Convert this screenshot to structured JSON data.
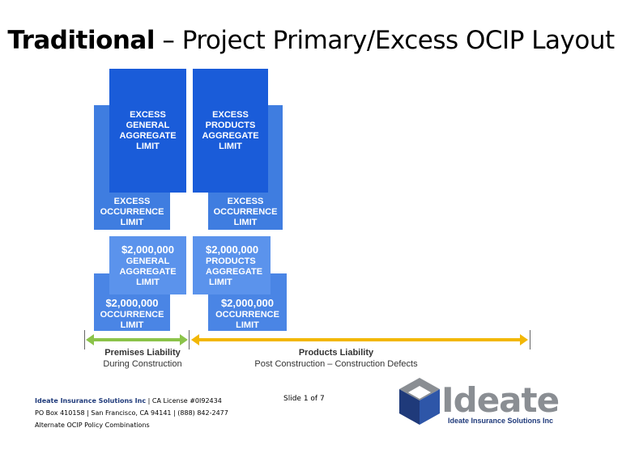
{
  "title": {
    "bold": "Traditional",
    "rest": " – Project Primary/Excess OCIP Layout"
  },
  "blocks": {
    "excess_general_aggregate": [
      "EXCESS",
      "GENERAL",
      "AGGREGATE",
      "LIMIT"
    ],
    "excess_products_aggregate": [
      "EXCESS",
      "PRODUCTS",
      "AGGREGATE",
      "LIMIT"
    ],
    "excess_occurrence_left": [
      "EXCESS",
      "OCCURRENCE",
      "LIMIT"
    ],
    "excess_occurrence_right": [
      "EXCESS",
      "OCCURRENCE",
      "LIMIT"
    ],
    "primary_general_aggregate": {
      "amount": "$2,000,000",
      "lines": [
        "GENERAL",
        "AGGREGATE",
        "LIMIT"
      ]
    },
    "primary_products_aggregate": {
      "amount": "$2,000,000",
      "lines": [
        "PRODUCTS",
        "AGGREGATE",
        "LIMIT"
      ]
    },
    "primary_occurrence_left": {
      "amount": "$2,000,000",
      "lines": [
        "OCCURRENCE",
        "LIMIT"
      ]
    },
    "primary_occurrence_right": {
      "amount": "$2,000,000",
      "lines": [
        "OCCURRENCE",
        "LIMIT"
      ]
    }
  },
  "timeline": {
    "premises_title": "Premises Liability",
    "premises_sub": "During Construction",
    "products_title": "Products Liability",
    "products_sub": "Post Construction – Construction Defects",
    "premises_color": "#8bc34a",
    "products_color": "#f2b705"
  },
  "footer": {
    "company": "Ideate Insurance Solutions Inc",
    "license": " | CA License #0I92434",
    "address": "PO Box 410158 | San Francisco, CA 94141 | (888) 842-2477",
    "note": "Alternate OCIP Policy Combinations",
    "slide": "Slide 1 of 7"
  },
  "logo": {
    "name": "Ideate",
    "tagline": "Ideate Insurance Solutions Inc",
    "icon": "cube-logo-icon"
  }
}
